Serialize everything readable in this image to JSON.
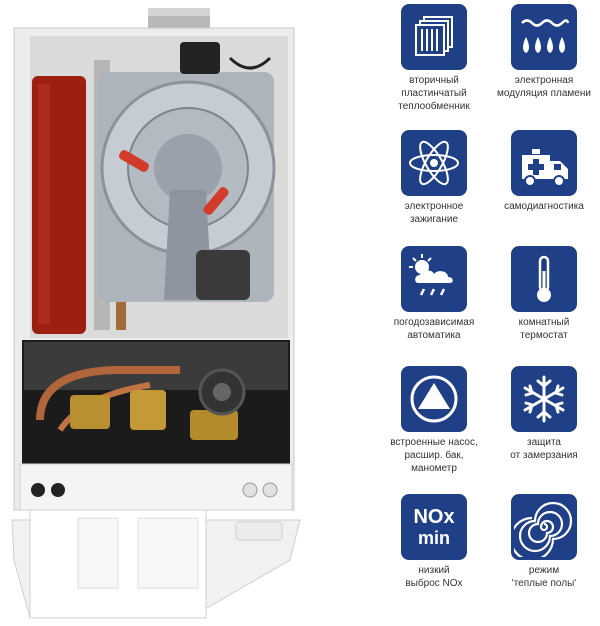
{
  "colors": {
    "icon_bg": "#1f3f86",
    "icon_fg": "#ffffff",
    "caption": "#333333"
  },
  "features": [
    {
      "id": "plate-heat-exchanger",
      "icon": "plate-heat-exchanger-icon",
      "lines": [
        "вторичный",
        "пластинчатый",
        "теплообменник"
      ]
    },
    {
      "id": "flame-modulation",
      "icon": "flame-modulation-icon",
      "lines": [
        "электронная",
        "модуляция пламени"
      ]
    },
    {
      "id": "electronic-ignition",
      "icon": "electronic-ignition-icon",
      "lines": [
        "электронное",
        "зажигание"
      ]
    },
    {
      "id": "self-diagnostics",
      "icon": "self-diagnostics-icon",
      "lines": [
        "самодиагностика"
      ]
    },
    {
      "id": "weather-automation",
      "icon": "weather-automation-icon",
      "lines": [
        "погодозависимая",
        "автоматика"
      ]
    },
    {
      "id": "room-thermostat",
      "icon": "room-thermostat-icon",
      "lines": [
        "комнатный",
        "термостат"
      ]
    },
    {
      "id": "builtin-pump",
      "icon": "pump-icon",
      "lines": [
        "встроенные насос,",
        "расшир. бак,",
        "манометр"
      ]
    },
    {
      "id": "frost-protection",
      "icon": "snowflake-icon",
      "lines": [
        "защита",
        "от замерзания"
      ]
    },
    {
      "id": "low-nox",
      "icon": "nox-icon",
      "icon_text": [
        "NOx",
        "min"
      ],
      "lines": [
        "низкий",
        "выброс NOx"
      ]
    },
    {
      "id": "floor-heating",
      "icon": "spiral-icon",
      "lines": [
        "режим",
        "'теплые полы'"
      ]
    }
  ]
}
